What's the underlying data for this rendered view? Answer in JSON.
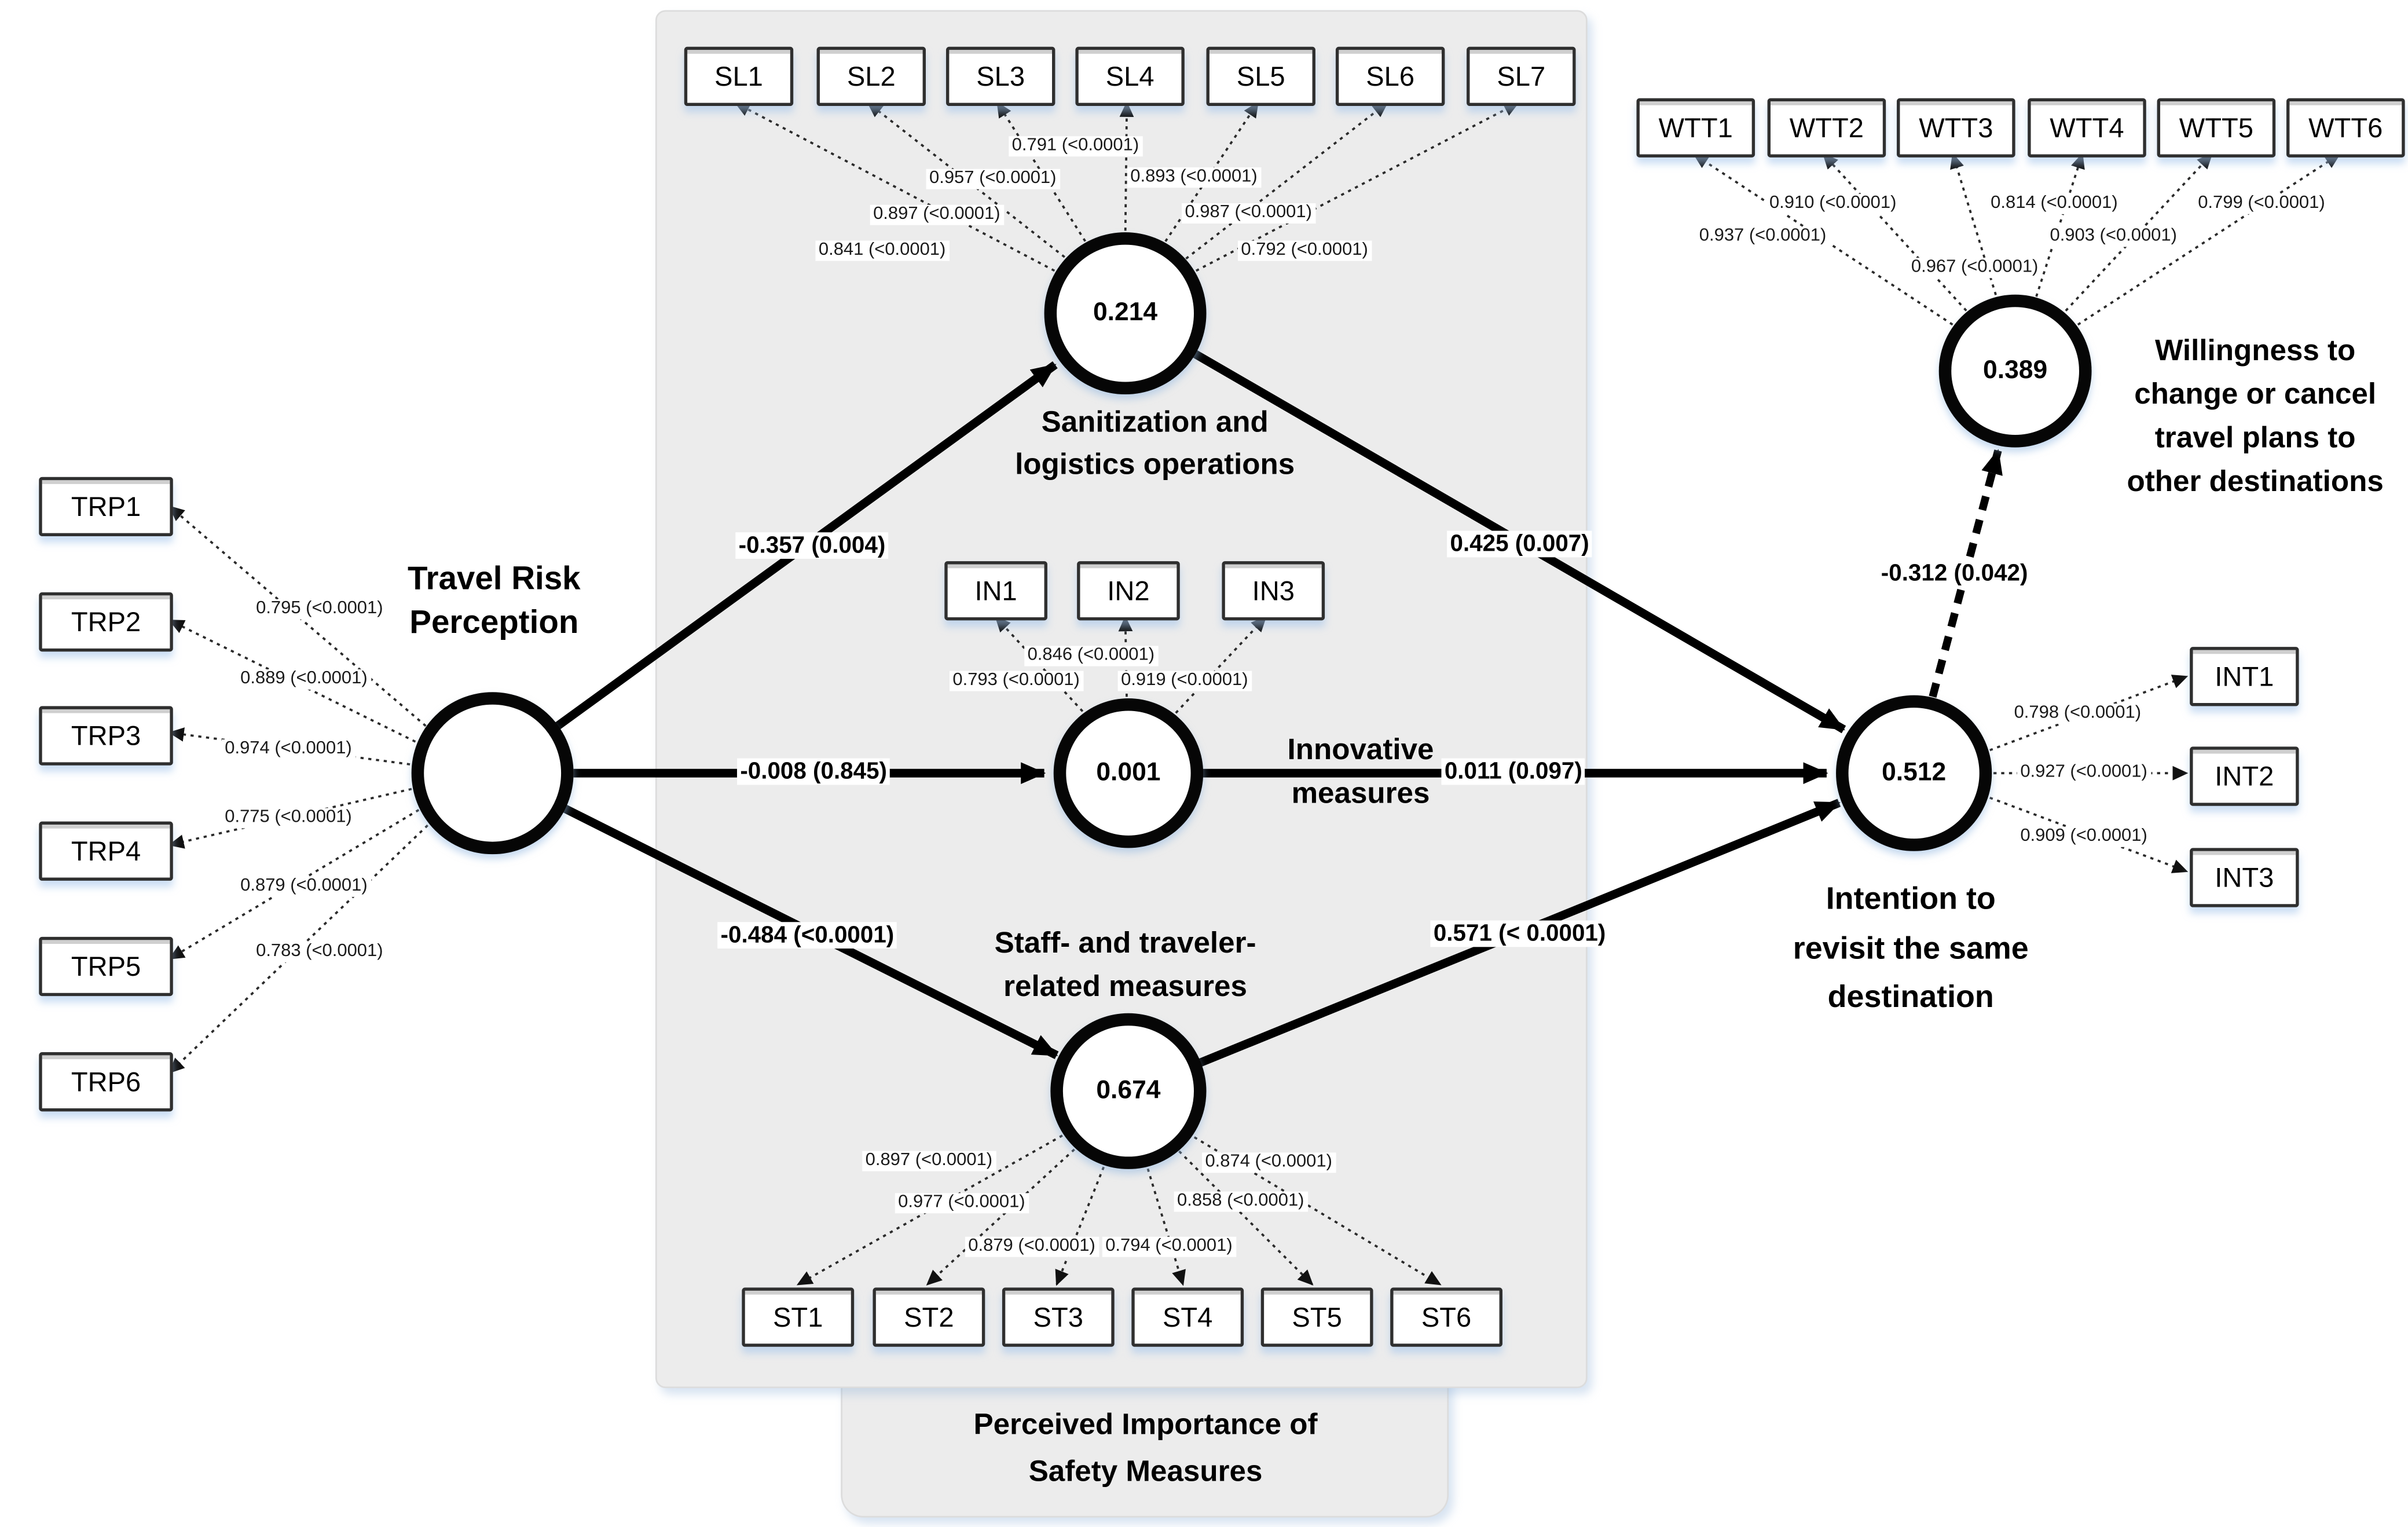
{
  "latents": {
    "trp": {
      "name": "Travel Risk\nPerception",
      "r2": ""
    },
    "sl": {
      "name": "Sanitization and\nlogistics operations",
      "r2": "0.214"
    },
    "inn": {
      "name": "Innovative\nmeasures",
      "r2": "0.001"
    },
    "st": {
      "name": "Staff- and traveler-\nrelated measures",
      "r2": "0.674"
    },
    "wtt": {
      "name": "Willingness to\nchange or cancel\ntravel plans to\nother destinations",
      "r2": "0.389"
    },
    "int": {
      "name": "Intention to\nrevisit the same\ndestination",
      "r2": "0.512"
    }
  },
  "groups": {
    "trp": [
      {
        "label": "TRP1",
        "loading": "0.795 (<0.0001)"
      },
      {
        "label": "TRP2",
        "loading": "0.889 (<0.0001)"
      },
      {
        "label": "TRP3",
        "loading": "0.974 (<0.0001)"
      },
      {
        "label": "TRP4",
        "loading": "0.775 (<0.0001)"
      },
      {
        "label": "TRP5",
        "loading": "0.879 (<0.0001)"
      },
      {
        "label": "TRP6",
        "loading": "0.783 (<0.0001)"
      }
    ],
    "sl": [
      {
        "label": "SL1",
        "loading": "0.841 (<0.0001)"
      },
      {
        "label": "SL2",
        "loading": "0.897 (<0.0001)"
      },
      {
        "label": "SL3",
        "loading": "0.957 (<0.0001)"
      },
      {
        "label": "SL4",
        "loading": "0.791 (<0.0001)"
      },
      {
        "label": "SL5",
        "loading": "0.893 (<0.0001)"
      },
      {
        "label": "SL6",
        "loading": "0.987 (<0.0001)"
      },
      {
        "label": "SL7",
        "loading": "0.792 (<0.0001)"
      }
    ],
    "inn": [
      {
        "label": "IN1",
        "loading": "0.793 (<0.0001)"
      },
      {
        "label": "IN2",
        "loading": "0.846 (<0.0001)"
      },
      {
        "label": "IN3",
        "loading": "0.919 (<0.0001)"
      }
    ],
    "st": [
      {
        "label": "ST1",
        "loading": "0.897 (<0.0001)"
      },
      {
        "label": "ST2",
        "loading": "0.977 (<0.0001)"
      },
      {
        "label": "ST3",
        "loading": "0.879 (<0.0001)"
      },
      {
        "label": "ST4",
        "loading": "0.794 (<0.0001)"
      },
      {
        "label": "ST5",
        "loading": "0.858 (<0.0001)"
      },
      {
        "label": "ST6",
        "loading": "0.874 (<0.0001)"
      }
    ],
    "wtt": [
      {
        "label": "WTT1",
        "loading": "0.937 (<0.0001)"
      },
      {
        "label": "WTT2",
        "loading": "0.910 (<0.0001)"
      },
      {
        "label": "WTT3",
        "loading": "0.967 (<0.0001)"
      },
      {
        "label": "WTT4",
        "loading": "0.814 (<0.0001)"
      },
      {
        "label": "WTT5",
        "loading": "0.903 (<0.0001)"
      },
      {
        "label": "WTT6",
        "loading": "0.799 (<0.0001)"
      }
    ],
    "int": [
      {
        "label": "INT1",
        "loading": "0.798 (<0.0001)"
      },
      {
        "label": "INT2",
        "loading": "0.927 (<0.0001)"
      },
      {
        "label": "INT3",
        "loading": "0.909 (<0.0001)"
      }
    ]
  },
  "paths": {
    "trp_sl": "-0.357 (0.004)",
    "trp_inn": "-0.008 (0.845)",
    "trp_st": "-0.484 (<0.0001)",
    "sl_int": "0.425 (0.007)",
    "inn_int": "0.011 (0.097)",
    "st_int": "0.571 (< 0.0001)",
    "int_wtt": "-0.312 (0.042)"
  },
  "region": {
    "label": "Perceived Importance of\nSafety Measures"
  }
}
